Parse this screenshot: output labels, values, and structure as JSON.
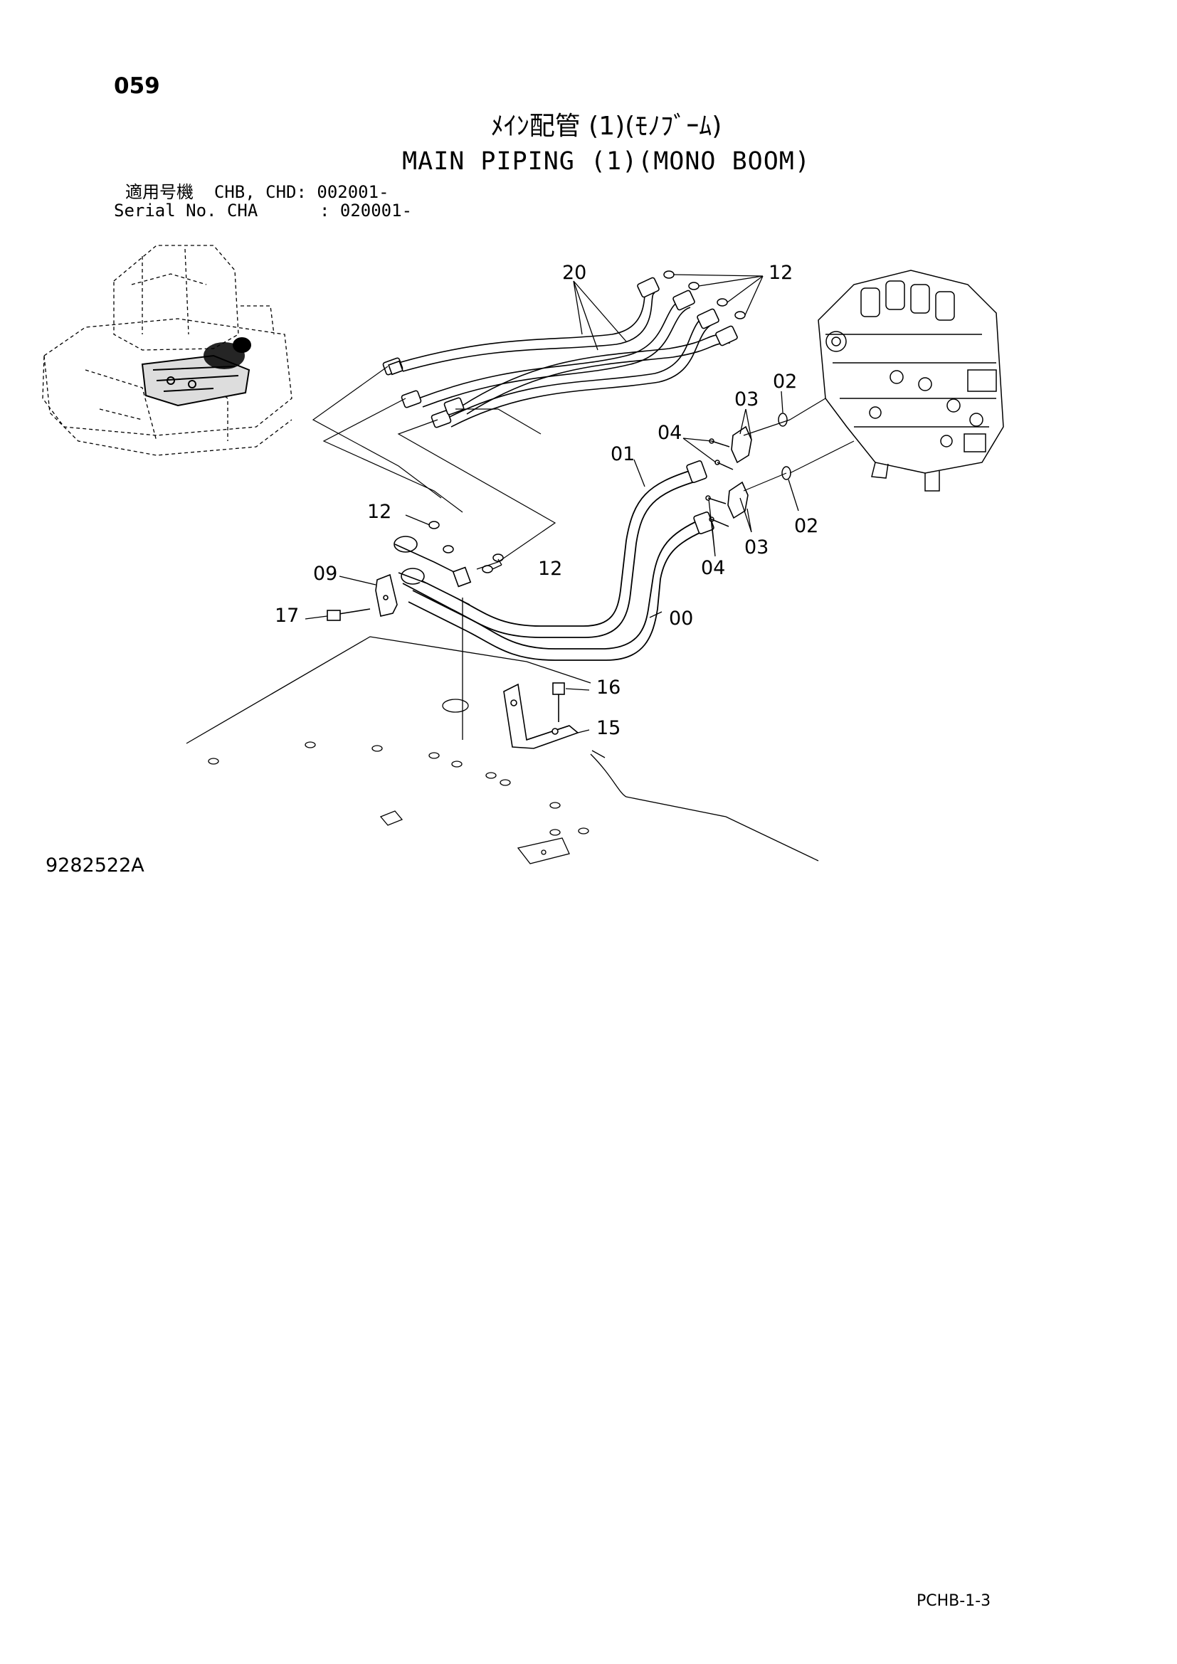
{
  "page_number": "059",
  "title_jp": "ﾒｲﾝ配管 (1)(ﾓﾉﾌﾞｰﾑ)",
  "title_en": "MAIN PIPING (1)(MONO BOOM)",
  "applicability": {
    "line1": "適用号機  CHB, CHD: 002001-",
    "line2": "Serial No. CHA      : 020001-"
  },
  "callouts": {
    "c20": "20",
    "c12_top": "12",
    "c02_upper": "02",
    "c03_upper": "03",
    "c04_upper": "04",
    "c01": "01",
    "c02_lower": "02",
    "c03_lower": "03",
    "c04_lower": "04",
    "c12_left": "12",
    "c12_mid": "12",
    "c09": "09",
    "c17": "17",
    "c00": "00",
    "c16": "16",
    "c15": "15"
  },
  "figure_number": "9282522A",
  "page_code": "PCHB-1-3"
}
